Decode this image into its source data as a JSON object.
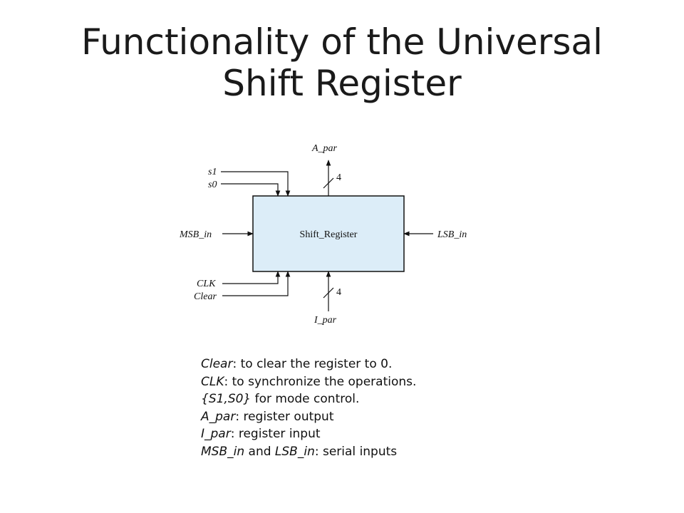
{
  "title": {
    "line1": "Functionality of the Universal",
    "line2": "Shift Register"
  },
  "diagram": {
    "box_label": "Shift_Register",
    "box_fill": "#dcedf8",
    "labels": {
      "s1": "s1",
      "s0": "s0",
      "msb_in": "MSB_in",
      "clk": "CLK",
      "clear": "Clear",
      "lsb_in": "LSB_in",
      "a_par": "A_par",
      "i_par": "I_par",
      "a_par_width": "4",
      "i_par_width": "4"
    }
  },
  "notes": [
    {
      "term": "Clear",
      "text": ": to clear the register to 0."
    },
    {
      "term": "CLK",
      "text": ": to synchronize the operations."
    },
    {
      "term": "{S1,S0}",
      "text": " for mode control."
    },
    {
      "term": "A_par",
      "text": ": register output"
    },
    {
      "term": "I_par",
      "text": ": register input"
    },
    {
      "term": "MSB_in",
      "text": " and ",
      "term2": "LSB_in",
      "text2": ": serial inputs"
    }
  ]
}
